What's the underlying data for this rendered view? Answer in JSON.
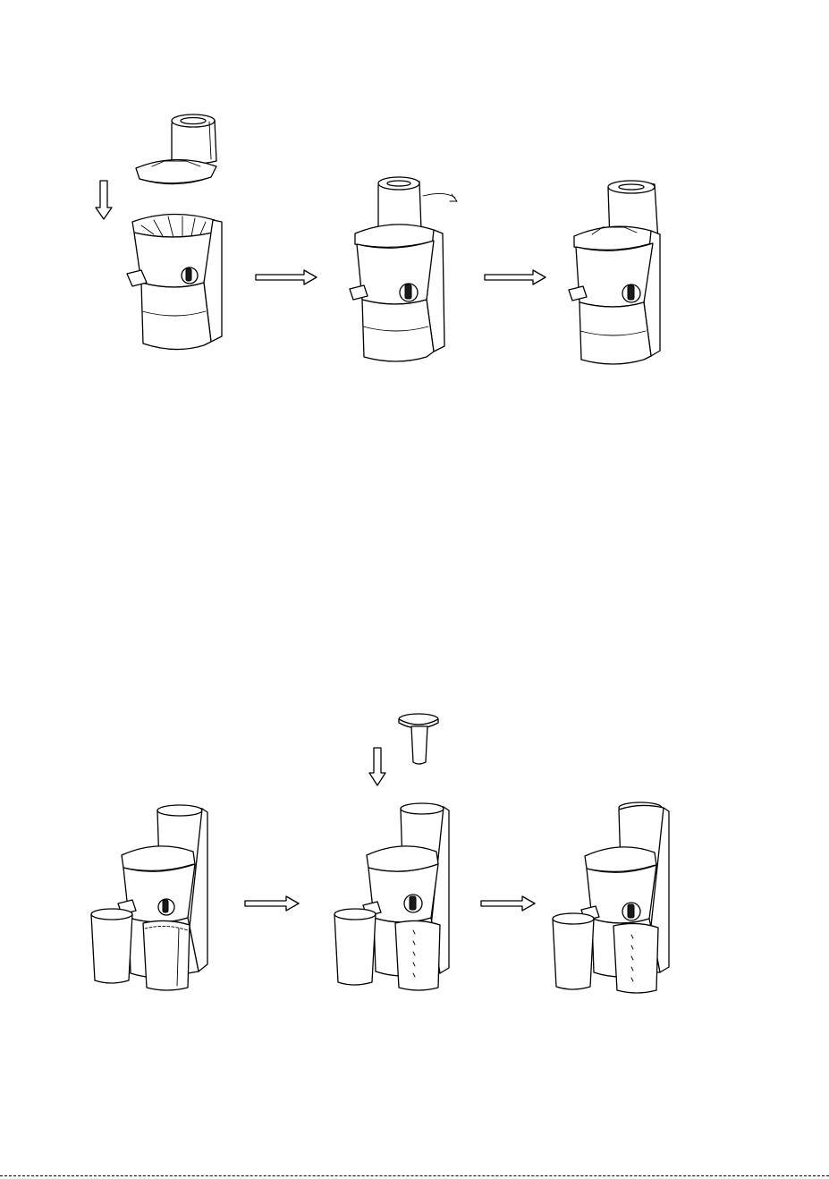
{
  "colors": {
    "ink": "#000000",
    "paper": "#ffffff"
  },
  "rows": [
    {
      "id": "assembly-lid",
      "steps": [
        {
          "id": "lid-above-juicer",
          "icon": "juicer-lid-lowering-icon"
        },
        {
          "id": "lid-on-juicer-rotate",
          "icon": "juicer-lid-rotate-icon"
        },
        {
          "id": "lid-locked",
          "icon": "juicer-assembled-icon"
        }
      ]
    },
    {
      "id": "assembly-cups-pusher",
      "steps": [
        {
          "id": "cups-placed",
          "icon": "juicer-with-cups-icon"
        },
        {
          "id": "pusher-insert",
          "icon": "juicer-pusher-insert-icon"
        },
        {
          "id": "ready",
          "icon": "juicer-ready-icon"
        }
      ]
    }
  ]
}
